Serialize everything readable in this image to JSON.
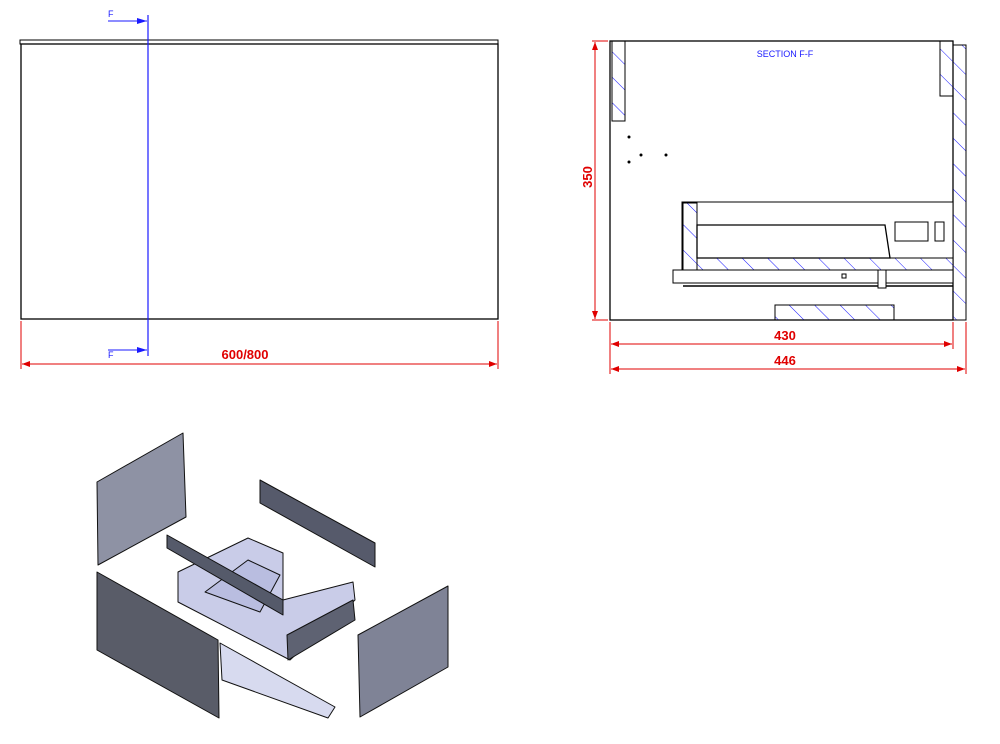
{
  "front_view": {
    "section_marker_top": "F",
    "section_marker_bottom": "F",
    "width_dimension": "600/800"
  },
  "section_view": {
    "title": "SECTION F-F",
    "height_dimension": "350",
    "inner_depth_dimension": "430",
    "outer_depth_dimension": "446"
  },
  "colors": {
    "dimension": "#e00000",
    "section": "#1a1aff",
    "outline": "#000000"
  }
}
